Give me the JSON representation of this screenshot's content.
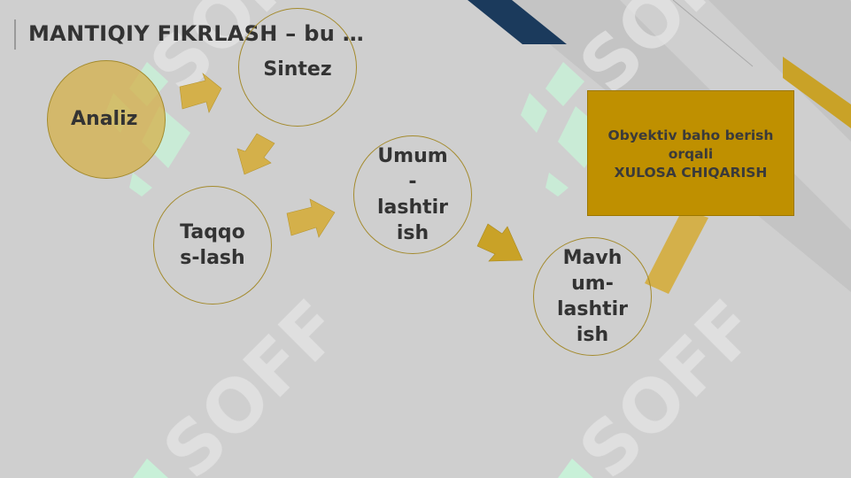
{
  "title": "MANTIQIY FIKRLASH – bu …",
  "watermark": {
    "text": "SOFF",
    "colors": {
      "shape": "#c8f0d8",
      "text": "#e6e6e6"
    }
  },
  "colors": {
    "background": "#cfcfcf",
    "gold": "#bf9000",
    "gold_light": "#d4b04a",
    "navy": "#1b3a5c",
    "text": "#333333"
  },
  "nodes": {
    "analiz": {
      "label": "Analiz"
    },
    "sintez": {
      "label": "Sintez"
    },
    "taqqoslash": {
      "lines": [
        "Taqqo",
        "s-lash"
      ]
    },
    "umumlashtirish": {
      "lines": [
        "Umum",
        "-",
        "lashtir",
        "ish"
      ]
    },
    "mavhumlashtirish": {
      "lines": [
        "Mavh",
        "um-",
        "lashtir",
        "ish"
      ]
    }
  },
  "conclusion": {
    "lines": [
      "Obyektiv baho berish",
      "orqali",
      "XULOSA CHIQARISH"
    ]
  }
}
